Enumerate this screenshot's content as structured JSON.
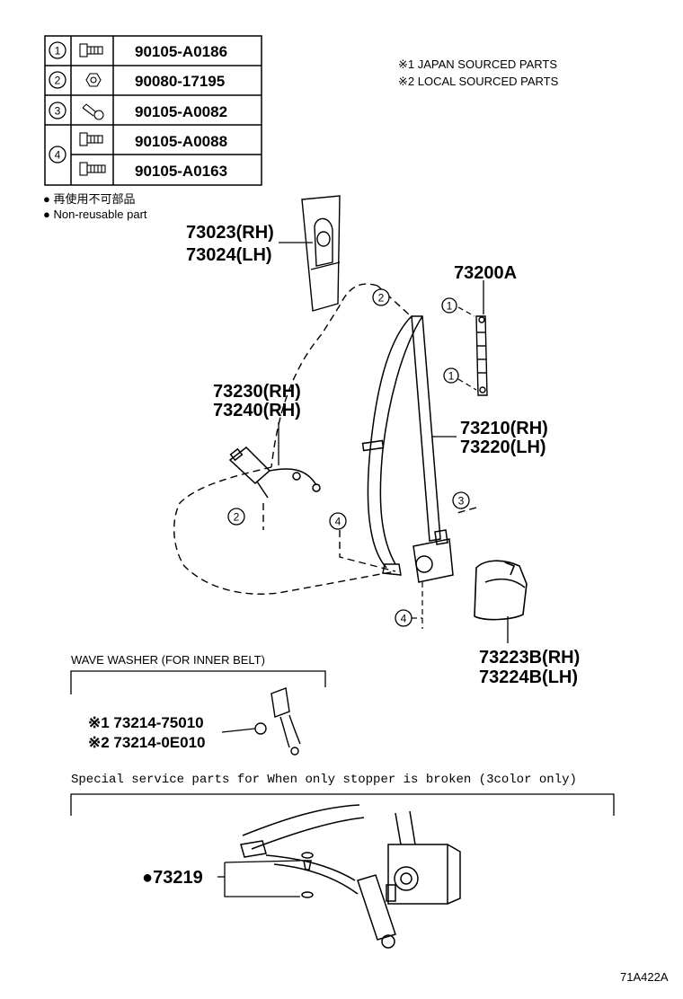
{
  "fastener_table": [
    {
      "key": "1",
      "parts": [
        "90105-A0186"
      ]
    },
    {
      "key": "2",
      "parts": [
        "90080-17195"
      ]
    },
    {
      "key": "3",
      "parts": [
        "90105-A0082"
      ]
    },
    {
      "key": "4",
      "parts": [
        "90105-A0088",
        "90105-A0163"
      ]
    }
  ],
  "sourcing_notes": [
    "※1  JAPAN SOURCED PARTS",
    "※2  LOCAL SOURCED PARTS"
  ],
  "legend": {
    "jp": "● 再使用不可部品",
    "en": "● Non-reusable part"
  },
  "callouts": {
    "pillar_anchor": [
      "73023(RH)",
      "73024(LH)"
    ],
    "height_adjuster": "73200A",
    "inner_buckle": [
      "73230(RH)",
      "73240(RH)"
    ],
    "outer_belt": [
      "73210(RH)",
      "73220(LH)"
    ],
    "retractor_cover": [
      "73223B(RH)",
      "73224B(LH)"
    ]
  },
  "fastener_markers": [
    "2",
    "1",
    "1",
    "2",
    "4",
    "3",
    "4"
  ],
  "wave_washer": {
    "heading": "WAVE WASHER (FOR INNER BELT)",
    "lines": [
      "※1 73214-75010",
      "※2 73214-0E010"
    ]
  },
  "special_service": {
    "heading": "Special   service  parts  for  When  only  stopper  is  broken  (3color  only)",
    "part": "●73219"
  },
  "figure_id": "71A422A"
}
